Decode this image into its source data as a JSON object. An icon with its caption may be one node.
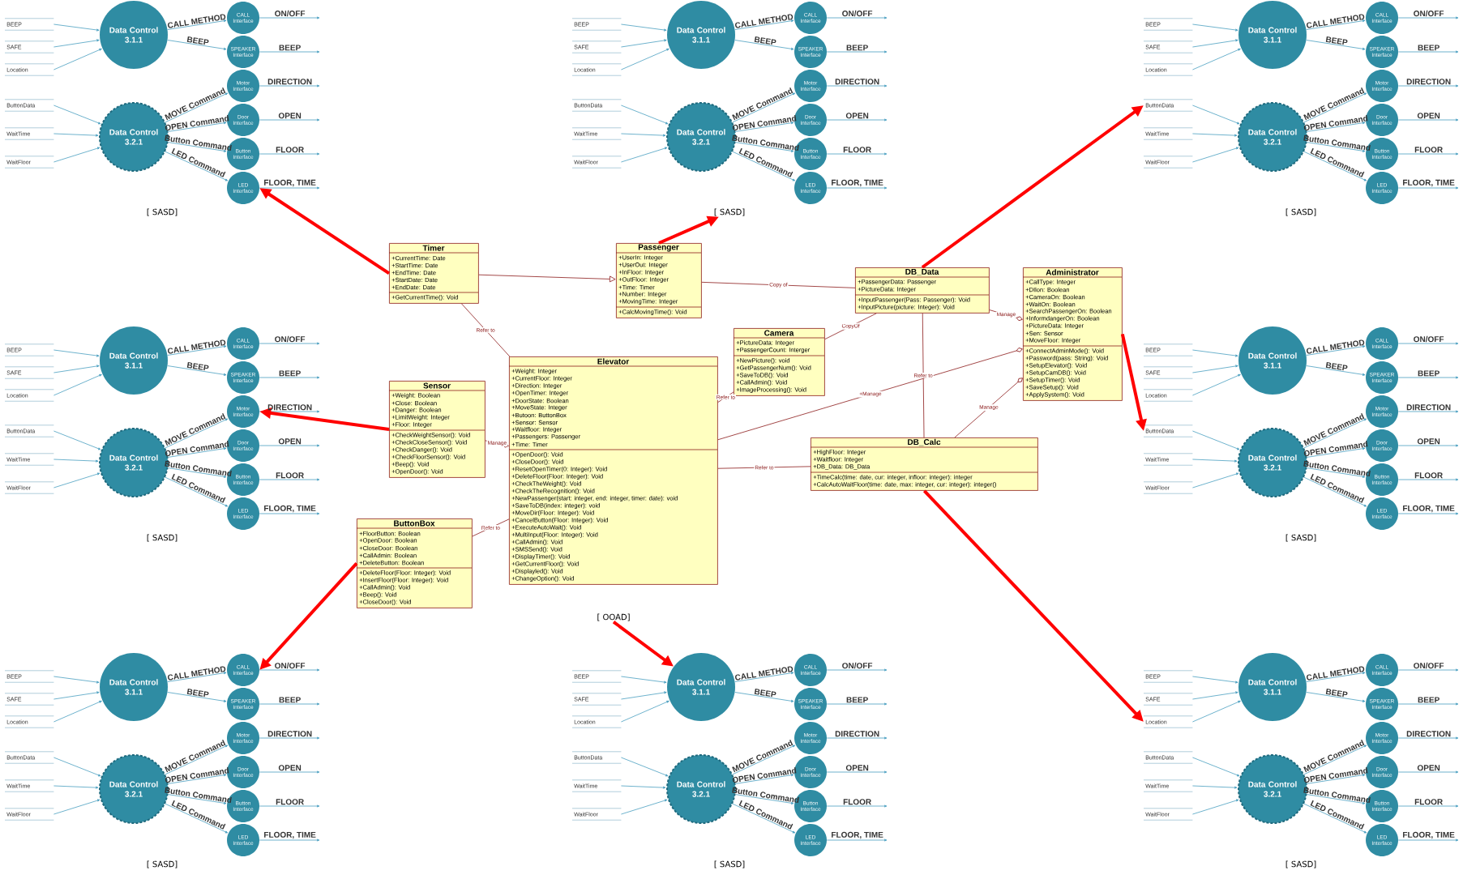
{
  "diagram": {
    "nodes": [
      {
        "text": [
          "[ SASD]"
        ]
      },
      {
        "text": [
          "BEEP"
        ]
      },
      {
        "text": [
          "SAFE"
        ]
      },
      {
        "text": [
          "Location"
        ]
      },
      {
        "text": [
          "ButtonData"
        ]
      },
      {
        "text": [
          "WaitTime"
        ]
      },
      {
        "text": [
          "WaitFloor"
        ]
      },
      {
        "text": [
          "Data Control 3.1.1"
        ]
      },
      {
        "text": [
          "Data Control 3.2.1"
        ]
      },
      {
        "text": [
          "CALL Interface"
        ]
      },
      {
        "text": [
          "SPEAKER Interface"
        ]
      },
      {
        "text": [
          "Motor Interface"
        ]
      },
      {
        "text": [
          "Door Interface"
        ]
      },
      {
        "text": [
          "Button Interface"
        ]
      },
      {
        "text": [
          "LED Interface"
        ]
      },
      {
        "text": [
          "[ SASD]"
        ]
      },
      {
        "text": [
          "BEEP"
        ]
      },
      {
        "text": [
          "SAFE"
        ]
      },
      {
        "text": [
          "Location"
        ]
      },
      {
        "text": [
          "ButtonData"
        ]
      },
      {
        "text": [
          "WaitTime"
        ]
      },
      {
        "text": [
          "WaitFloor"
        ]
      },
      {
        "text": [
          "Data Control 3.1.1"
        ]
      },
      {
        "text": [
          "Data Control 3.2.1"
        ]
      },
      {
        "text": [
          "CALL Interface"
        ]
      },
      {
        "text": [
          "SPEAKER Interface"
        ]
      },
      {
        "text": [
          "Motor Interface"
        ]
      },
      {
        "text": [
          "Door Interface"
        ]
      },
      {
        "text": [
          "Button Interface"
        ]
      },
      {
        "text": [
          "LED Interface"
        ]
      },
      {
        "text": [
          "[ SASD]"
        ]
      },
      {
        "text": [
          "BEEP"
        ]
      },
      {
        "text": [
          "SAFE"
        ]
      },
      {
        "text": [
          "Location"
        ]
      },
      {
        "text": [
          "ButtonData"
        ]
      },
      {
        "text": [
          "WaitTime"
        ]
      },
      {
        "text": [
          "WaitFloor"
        ]
      },
      {
        "text": [
          "Data Control 3.1.1"
        ]
      },
      {
        "text": [
          "Data Control 3.2.1"
        ]
      },
      {
        "text": [
          "CALL Interface"
        ]
      },
      {
        "text": [
          "SPEAKER Interface"
        ]
      },
      {
        "text": [
          "Motor Interface"
        ]
      },
      {
        "text": [
          "Door Interface"
        ]
      },
      {
        "text": [
          "Button Interface"
        ]
      },
      {
        "text": [
          "LED Interface"
        ]
      },
      {
        "text": [
          "Timer",
          "+CurrentTime: Date",
          "+StartTime: Date",
          "+EndTime: Date",
          "+StartDate: Date",
          "+EndDate: Date",
          "+GetCurrentTime(): Void"
        ]
      },
      {
        "text": [
          "Passenger",
          "+UserIn: Integer",
          "+UserOut: Integer",
          "+InFloor: Integer",
          "+OutFloor: Integer",
          "+Time: Timer",
          "+Number: Integer",
          "+MovingTime: Integer",
          "+CalcMovingTime(): Void"
        ]
      },
      {
        "text": [
          "Camera",
          "+PictureData: Integer",
          "+PassengerCount: Interger",
          "+NewPicture(): void",
          "+GetPassengerNum(): Void",
          "+SaveToDB(): Void",
          "+CallAdmin(): Void",
          "+ImageProcessing(): Void"
        ]
      },
      {
        "text": [
          "DB_Data",
          "+PassengerData: Passenger",
          "+PictureData: Integer",
          "+InputPassenger(Pass: Passenger): Void",
          "+InputPicture(picture: Integer): Void"
        ]
      },
      {
        "text": [
          "Administrator",
          "+CallType: Integer",
          "+DIlon: Boolean",
          "+CameraOn: Boolean",
          "+WaitOn: Boolean",
          "+SearchPassengerOn: Boolean",
          "+InformdangerOn: Boolean",
          "+PictureData: Integer",
          "+Sen: Sensor",
          "+MoveFloor: Integer",
          "+ConnectAdminMode(): Void",
          "+Password(pass: String): Void",
          "+SetupElevator(): Void",
          "+SetupCamDB(): Void",
          "+SetupTimer(): Void",
          "+SaveSetup(): Void",
          "+ApplySystem(): Void"
        ]
      },
      {
        "text": [
          "Sensor",
          "+Weight: Boolean",
          "+Close: Boolean",
          "+Danger: Boolean",
          "+LimitWeight: Integer",
          "+Floor: Integer",
          "+CheckWeightSensor(): Void",
          "+CheckCloseSensor(): Void",
          "+CheckDanger(): Void",
          "+CheckFloorSensor(): Void",
          "+Beep(): Void",
          "+OpenDoor(): Void"
        ]
      },
      {
        "text": [
          "Elevator",
          "+Weight: Integer",
          "+CurrentFloor: Integer",
          "+Direction: Integer",
          "+OpenTimer: Integer",
          "+DoorState: Boolean",
          "+MoveState: Integer",
          "+Butoon: ButtonBox",
          "+Sensor: Sensor",
          "+Waitfloor: Integer",
          "+Passengers: Passenger",
          "+Time: Timer",
          "+OpenDoor(): Void",
          "+CloseDoor(): Void",
          "+ResetOpenTimer(0: Integer): Void",
          "+DeleteFloor(Floor: Integer): Void",
          "+CheckTheWeight(): Void",
          "+CheckTheRecognition(): Void",
          "+NewPassenger(start: integer, end: integer, timer: date): void",
          "+SaveToDB(index: integer): void",
          "+MoveDir(Floor: Integer): Void",
          "+CancelButton(Floor: Integer): Void",
          "+ExecuteAutoWait(): Void",
          "+MultiInput(Floor: Integer): Void",
          "+CallAdmin(): Void",
          "+SMSSend(): Void",
          "+DisplayTimer(): Void",
          "+GetCurrentFloor(): Void",
          "+Displayled(): Void",
          "+ChangeOption(): Void"
        ]
      },
      {
        "text": [
          "DB_Calc",
          "+HighFloor: Integer",
          "+Waitfloor: Integer",
          "+DB_Data: DB_Data",
          "+TimeCalc(time: date, cur: integer, infloor: integer): integer",
          "+CalcAutoWaitFloor(time: date, max: integer, cur: integer): integer()"
        ]
      },
      {
        "text": [
          "ButtonBox",
          "+FloorButton: Boolean",
          "+OpenDoor: Boolean",
          "+CloseDoor: Boolean",
          "+CallAdmin: Boolean",
          "+DeleteButton: Boolean",
          "+DeleteFloor(Floor: Integer): Void",
          "+InsertFloor(Floor: Integer): Void",
          "+CallAdmin(): Void",
          "+Beep(): Void",
          "+CloseDoor(): Void"
        ]
      },
      {
        "text": [
          "[ SASD]"
        ]
      },
      {
        "text": [
          "BEEP"
        ]
      },
      {
        "text": [
          "SAFE"
        ]
      },
      {
        "text": [
          "Location"
        ]
      },
      {
        "text": [
          "ButtonData"
        ]
      },
      {
        "text": [
          "WaitTime"
        ]
      },
      {
        "text": [
          "WaitFloor"
        ]
      },
      {
        "text": [
          "Data Control 3.1.1"
        ]
      },
      {
        "text": [
          "Data Control 3.2.1"
        ]
      },
      {
        "text": [
          "CALL Interface"
        ]
      },
      {
        "text": [
          "SPEAKER Interface"
        ]
      },
      {
        "text": [
          "Motor Interface"
        ]
      },
      {
        "text": [
          "Door Interface"
        ]
      },
      {
        "text": [
          "Button Interface"
        ]
      },
      {
        "text": [
          "LED Interface"
        ]
      },
      {
        "text": [
          "[ SASD]"
        ]
      },
      {
        "text": [
          "BEEP"
        ]
      },
      {
        "text": [
          "SAFE"
        ]
      },
      {
        "text": [
          "Location"
        ]
      },
      {
        "text": [
          "ButtonData"
        ]
      },
      {
        "text": [
          "WaitTime"
        ]
      },
      {
        "text": [
          "WaitFloor"
        ]
      },
      {
        "text": [
          "Data Control 3.1.1"
        ]
      },
      {
        "text": [
          "Data Control 3.2.1"
        ]
      },
      {
        "text": [
          "CALL Interface"
        ]
      },
      {
        "text": [
          "SPEAKER Interface"
        ]
      },
      {
        "text": [
          "Motor Interface"
        ]
      },
      {
        "text": [
          "Door Interface"
        ]
      },
      {
        "text": [
          "Button Interface"
        ]
      },
      {
        "text": [
          "LED Interface"
        ]
      },
      {
        "text": [
          "[ OOAD]"
        ]
      },
      {
        "text": [
          "[ SASD]"
        ]
      },
      {
        "text": [
          "BEEP"
        ]
      },
      {
        "text": [
          "SAFE"
        ]
      },
      {
        "text": [
          "Location"
        ]
      },
      {
        "text": [
          "ButtonData"
        ]
      },
      {
        "text": [
          "WaitTime"
        ]
      },
      {
        "text": [
          "WaitFloor"
        ]
      },
      {
        "text": [
          "Data Control 3.1.1"
        ]
      },
      {
        "text": [
          "Data Control 3.2.1"
        ]
      },
      {
        "text": [
          "CALL Interface"
        ]
      },
      {
        "text": [
          "SPEAKER Interface"
        ]
      },
      {
        "text": [
          "Motor Interface"
        ]
      },
      {
        "text": [
          "Door Interface"
        ]
      },
      {
        "text": [
          "Button Interface"
        ]
      },
      {
        "text": [
          "LED Interface"
        ]
      },
      {
        "text": [
          "[ SASD]"
        ]
      },
      {
        "text": [
          "BEEP"
        ]
      },
      {
        "text": [
          "SAFE"
        ]
      },
      {
        "text": [
          "Location"
        ]
      },
      {
        "text": [
          "ButtonData"
        ]
      },
      {
        "text": [
          "WaitTime"
        ]
      },
      {
        "text": [
          "WaitFloor"
        ]
      },
      {
        "text": [
          "Data Control 3.1.1"
        ]
      },
      {
        "text": [
          "Data Control 3.2.1"
        ]
      },
      {
        "text": [
          "CALL Interface"
        ]
      },
      {
        "text": [
          "SPEAKER Interface"
        ]
      },
      {
        "text": [
          "Motor Interface"
        ]
      },
      {
        "text": [
          "Door Interface"
        ]
      },
      {
        "text": [
          "Button Interface"
        ]
      },
      {
        "text": [
          "LED Interface"
        ]
      },
      {
        "text": [
          "[ SASD]"
        ]
      },
      {
        "text": [
          "BEEP"
        ]
      },
      {
        "text": [
          "SAFE"
        ]
      },
      {
        "text": [
          "Location"
        ]
      },
      {
        "text": [
          "ButtonData"
        ]
      },
      {
        "text": [
          "WaitTime"
        ]
      },
      {
        "text": [
          "WaitFloor"
        ]
      },
      {
        "text": [
          "Data Control 3.1.1"
        ]
      },
      {
        "text": [
          "Data Control 3.2.1"
        ]
      },
      {
        "text": [
          "CALL Interface"
        ]
      },
      {
        "text": [
          "SPEAKER Interface"
        ]
      },
      {
        "text": [
          "Motor Interface"
        ]
      },
      {
        "text": [
          "Door Interface"
        ]
      },
      {
        "text": [
          "Button Interface"
        ]
      },
      {
        "text": [
          "LED Interface"
        ]
      }
    ],
    "edges": [
      {
        "from": 1,
        "to": 7,
        "arrow": "to"
      },
      {
        "from": 2,
        "to": 7,
        "arrow": "to"
      },
      {
        "from": 3,
        "to": 7,
        "arrow": "to"
      },
      {
        "from": 4,
        "to": 8,
        "arrow": "to"
      },
      {
        "from": 5,
        "to": 8,
        "arrow": "to"
      },
      {
        "from": 6,
        "to": 8,
        "arrow": "to"
      },
      {
        "from": 7,
        "to": 9,
        "arrow": "to",
        "label": "CALL METHOD"
      },
      {
        "from": 7,
        "to": 10,
        "arrow": "to",
        "label": "BEEP"
      },
      {
        "from": 8,
        "to": 11,
        "arrow": "to",
        "label": "MOVE Command"
      },
      {
        "from": 8,
        "to": 12,
        "arrow": "to",
        "label": "OPEN Command"
      },
      {
        "from": 8,
        "to": 13,
        "arrow": "to",
        "label": "Button Command"
      },
      {
        "from": 8,
        "to": 14,
        "arrow": "to",
        "label": "LED Command"
      },
      {
        "from": 9,
        "to": null,
        "arrow": "to",
        "label": "ON/OFF"
      },
      {
        "from": 10,
        "to": null,
        "arrow": "to",
        "label": "BEEP"
      },
      {
        "from": 11,
        "to": null,
        "arrow": "to",
        "label": "DIRECTION"
      },
      {
        "from": 12,
        "to": null,
        "arrow": "to",
        "label": "OPEN"
      },
      {
        "from": 13,
        "to": null,
        "arrow": "to",
        "label": "FLOOR"
      },
      {
        "from": 14,
        "to": null,
        "arrow": "to",
        "label": "FLOOR, TIME"
      },
      {
        "from": 16,
        "to": 22,
        "arrow": "to"
      },
      {
        "from": 17,
        "to": 22,
        "arrow": "to"
      },
      {
        "from": 18,
        "to": 22,
        "arrow": "to"
      },
      {
        "from": 19,
        "to": 23,
        "arrow": "to"
      },
      {
        "from": 20,
        "to": 23,
        "arrow": "to"
      },
      {
        "from": 21,
        "to": 23,
        "arrow": "to"
      },
      {
        "from": 22,
        "to": 24,
        "arrow": "to",
        "label": "CALL METHOD"
      },
      {
        "from": 22,
        "to": 25,
        "arrow": "to",
        "label": "BEEP"
      },
      {
        "from": 23,
        "to": 26,
        "arrow": "to",
        "label": "MOVE Command"
      },
      {
        "from": 23,
        "to": 27,
        "arrow": "to",
        "label": "OPEN Command"
      },
      {
        "from": 23,
        "to": 28,
        "arrow": "to",
        "label": "Button Command"
      },
      {
        "from": 23,
        "to": 29,
        "arrow": "to",
        "label": "LED Command"
      },
      {
        "from": 24,
        "to": null,
        "arrow": "to",
        "label": "ON/OFF"
      },
      {
        "from": 25,
        "to": null,
        "arrow": "to",
        "label": "BEEP"
      },
      {
        "from": 26,
        "to": null,
        "arrow": "to",
        "label": "DIRECTION"
      },
      {
        "from": 27,
        "to": null,
        "arrow": "to",
        "label": "OPEN"
      },
      {
        "from": 28,
        "to": null,
        "arrow": "to",
        "label": "FLOOR"
      },
      {
        "from": 29,
        "to": null,
        "arrow": "to",
        "label": "FLOOR, TIME"
      },
      {
        "from": 31,
        "to": 37,
        "arrow": "to"
      },
      {
        "from": 32,
        "to": 37,
        "arrow": "to"
      },
      {
        "from": 33,
        "to": 37,
        "arrow": "to"
      },
      {
        "from": 34,
        "to": 38,
        "arrow": "to"
      },
      {
        "from": 35,
        "to": 38,
        "arrow": "to"
      },
      {
        "from": 36,
        "to": 38,
        "arrow": "to"
      },
      {
        "from": 37,
        "to": 39,
        "arrow": "to",
        "label": "CALL METHOD"
      },
      {
        "from": 37,
        "to": 40,
        "arrow": "to",
        "label": "BEEP"
      },
      {
        "from": 38,
        "to": 41,
        "arrow": "to",
        "label": "MOVE Command"
      },
      {
        "from": 38,
        "to": 42,
        "arrow": "to",
        "label": "OPEN Command"
      },
      {
        "from": 38,
        "to": 43,
        "arrow": "to",
        "label": "Button Command"
      },
      {
        "from": 38,
        "to": 44,
        "arrow": "to",
        "label": "LED Command"
      },
      {
        "from": 39,
        "to": null,
        "arrow": "to",
        "label": "ON/OFF"
      },
      {
        "from": 40,
        "to": null,
        "arrow": "to",
        "label": "BEEP"
      },
      {
        "from": 41,
        "to": null,
        "arrow": "to",
        "label": "DIRECTION"
      },
      {
        "from": 42,
        "to": null,
        "arrow": "to",
        "label": "OPEN"
      },
      {
        "from": 43,
        "to": null,
        "arrow": "to",
        "label": "FLOOR"
      },
      {
        "from": 44,
        "to": null,
        "arrow": "to",
        "label": "FLOOR, TIME"
      },
      {
        "from": 55,
        "to": 61,
        "arrow": "to"
      },
      {
        "from": 56,
        "to": 61,
        "arrow": "to"
      },
      {
        "from": 57,
        "to": 61,
        "arrow": "to"
      },
      {
        "from": 58,
        "to": 62,
        "arrow": "to"
      },
      {
        "from": 59,
        "to": 62,
        "arrow": "to"
      },
      {
        "from": 60,
        "to": 62,
        "arrow": "to"
      },
      {
        "from": 61,
        "to": 63,
        "arrow": "to",
        "label": "CALL METHOD"
      },
      {
        "from": 61,
        "to": 64,
        "arrow": "to",
        "label": "BEEP"
      },
      {
        "from": 62,
        "to": 65,
        "arrow": "to",
        "label": "MOVE Command"
      },
      {
        "from": 62,
        "to": 66,
        "arrow": "to",
        "label": "OPEN Command"
      },
      {
        "from": 62,
        "to": 67,
        "arrow": "to",
        "label": "Button Command"
      },
      {
        "from": 62,
        "to": 68,
        "arrow": "to",
        "label": "LED Command"
      },
      {
        "from": 63,
        "to": null,
        "arrow": "to",
        "label": "ON/OFF"
      },
      {
        "from": 64,
        "to": null,
        "arrow": "to",
        "label": "BEEP"
      },
      {
        "from": 65,
        "to": null,
        "arrow": "to",
        "label": "DIRECTION"
      },
      {
        "from": 66,
        "to": null,
        "arrow": "to",
        "label": "OPEN"
      },
      {
        "from": 67,
        "to": null,
        "arrow": "to",
        "label": "FLOOR"
      },
      {
        "from": 68,
        "to": null,
        "arrow": "to",
        "label": "FLOOR, TIME"
      },
      {
        "from": 70,
        "to": 76,
        "arrow": "to"
      },
      {
        "from": 71,
        "to": 76,
        "arrow": "to"
      },
      {
        "from": 72,
        "to": 76,
        "arrow": "to"
      },
      {
        "from": 73,
        "to": 77,
        "arrow": "to"
      },
      {
        "from": 74,
        "to": 77,
        "arrow": "to"
      },
      {
        "from": 75,
        "to": 77,
        "arrow": "to"
      },
      {
        "from": 76,
        "to": 78,
        "arrow": "to",
        "label": "CALL METHOD"
      },
      {
        "from": 76,
        "to": 79,
        "arrow": "to",
        "label": "BEEP"
      },
      {
        "from": 77,
        "to": 80,
        "arrow": "to",
        "label": "MOVE Command"
      },
      {
        "from": 77,
        "to": 81,
        "arrow": "to",
        "label": "OPEN Command"
      },
      {
        "from": 77,
        "to": 82,
        "arrow": "to",
        "label": "Button Command"
      },
      {
        "from": 77,
        "to": 83,
        "arrow": "to",
        "label": "LED Command"
      },
      {
        "from": 78,
        "to": null,
        "arrow": "to",
        "label": "ON/OFF"
      },
      {
        "from": 79,
        "to": null,
        "arrow": "to",
        "label": "BEEP"
      },
      {
        "from": 80,
        "to": null,
        "arrow": "to",
        "label": "DIRECTION"
      },
      {
        "from": 81,
        "to": null,
        "arrow": "to",
        "label": "OPEN"
      },
      {
        "from": 82,
        "to": null,
        "arrow": "to",
        "label": "FLOOR"
      },
      {
        "from": 83,
        "to": null,
        "arrow": "to",
        "label": "FLOOR, TIME"
      },
      {
        "from": 86,
        "to": 92,
        "arrow": "to"
      },
      {
        "from": 87,
        "to": 92,
        "arrow": "to"
      },
      {
        "from": 88,
        "to": 92,
        "arrow": "to"
      },
      {
        "from": 89,
        "to": 93,
        "arrow": "to"
      },
      {
        "from": 90,
        "to": 93,
        "arrow": "to"
      },
      {
        "from": 91,
        "to": 93,
        "arrow": "to"
      },
      {
        "from": 92,
        "to": 94,
        "arrow": "to",
        "label": "CALL METHOD"
      },
      {
        "from": 92,
        "to": 95,
        "arrow": "to",
        "label": "BEEP"
      },
      {
        "from": 93,
        "to": 96,
        "arrow": "to",
        "label": "MOVE Command"
      },
      {
        "from": 93,
        "to": 97,
        "arrow": "to",
        "label": "OPEN Command"
      },
      {
        "from": 93,
        "to": 98,
        "arrow": "to",
        "label": "Button Command"
      },
      {
        "from": 93,
        "to": 99,
        "arrow": "to",
        "label": "LED Command"
      },
      {
        "from": 94,
        "to": null,
        "arrow": "to",
        "label": "ON/OFF"
      },
      {
        "from": 95,
        "to": null,
        "arrow": "to",
        "label": "BEEP"
      },
      {
        "from": 96,
        "to": null,
        "arrow": "to",
        "label": "DIRECTION"
      },
      {
        "from": 97,
        "to": null,
        "arrow": "to",
        "label": "OPEN"
      },
      {
        "from": 98,
        "to": null,
        "arrow": "to",
        "label": "FLOOR"
      },
      {
        "from": 99,
        "to": null,
        "arrow": "to",
        "label": "FLOOR, TIME"
      },
      {
        "from": 101,
        "to": 107,
        "arrow": "to"
      },
      {
        "from": 102,
        "to": 107,
        "arrow": "to"
      },
      {
        "from": 103,
        "to": 107,
        "arrow": "to"
      },
      {
        "from": 104,
        "to": 108,
        "arrow": "to"
      },
      {
        "from": 105,
        "to": 108,
        "arrow": "to"
      },
      {
        "from": 106,
        "to": 108,
        "arrow": "to"
      },
      {
        "from": 107,
        "to": 109,
        "arrow": "to",
        "label": "CALL METHOD"
      },
      {
        "from": 107,
        "to": 110,
        "arrow": "to",
        "label": "BEEP"
      },
      {
        "from": 108,
        "to": 111,
        "arrow": "to",
        "label": "MOVE Command"
      },
      {
        "from": 108,
        "to": 112,
        "arrow": "to",
        "label": "OPEN Command"
      },
      {
        "from": 108,
        "to": 113,
        "arrow": "to",
        "label": "Button Command"
      },
      {
        "from": 108,
        "to": 114,
        "arrow": "to",
        "label": "LED Command"
      },
      {
        "from": 109,
        "to": null,
        "arrow": "to",
        "label": "ON/OFF"
      },
      {
        "from": 110,
        "to": null,
        "arrow": "to",
        "label": "BEEP"
      },
      {
        "from": 111,
        "to": null,
        "arrow": "to",
        "label": "DIRECTION"
      },
      {
        "from": 112,
        "to": null,
        "arrow": "to",
        "label": "OPEN"
      },
      {
        "from": 113,
        "to": null,
        "arrow": "to",
        "label": "FLOOR"
      },
      {
        "from": 114,
        "to": null,
        "arrow": "to",
        "label": "FLOOR, TIME"
      },
      {
        "from": 116,
        "to": 122,
        "arrow": "to"
      },
      {
        "from": 117,
        "to": 122,
        "arrow": "to"
      },
      {
        "from": 118,
        "to": 122,
        "arrow": "to"
      },
      {
        "from": 119,
        "to": 123,
        "arrow": "to"
      },
      {
        "from": 120,
        "to": 123,
        "arrow": "to"
      },
      {
        "from": 121,
        "to": 123,
        "arrow": "to"
      },
      {
        "from": 122,
        "to": 124,
        "arrow": "to",
        "label": "CALL METHOD"
      },
      {
        "from": 122,
        "to": 125,
        "arrow": "to",
        "label": "BEEP"
      },
      {
        "from": 123,
        "to": 126,
        "arrow": "to",
        "label": "MOVE Command"
      },
      {
        "from": 123,
        "to": 127,
        "arrow": "to",
        "label": "OPEN Command"
      },
      {
        "from": 123,
        "to": 128,
        "arrow": "to",
        "label": "Button Command"
      },
      {
        "from": 123,
        "to": 129,
        "arrow": "to",
        "label": "LED Command"
      },
      {
        "from": 124,
        "to": null,
        "arrow": "to",
        "label": "ON/OFF"
      },
      {
        "from": 125,
        "to": null,
        "arrow": "to",
        "label": "BEEP"
      },
      {
        "from": 126,
        "to": null,
        "arrow": "to",
        "label": "DIRECTION"
      },
      {
        "from": 127,
        "to": null,
        "arrow": "to",
        "label": "OPEN"
      },
      {
        "from": 128,
        "to": null,
        "arrow": "to",
        "label": "FLOOR"
      },
      {
        "from": 129,
        "to": null,
        "arrow": "to",
        "label": "FLOOR, TIME"
      },
      {
        "from": 45,
        "to": 46,
        "arrow": "to",
        "color": "#8b1a1a"
      },
      {
        "from": 45,
        "to": 51,
        "arrow": "none",
        "label": "Refer to",
        "color": "#8b1a1a"
      },
      {
        "from": 46,
        "to": 48,
        "arrow": "none",
        "label": "Copy of",
        "color": "#8b1a1a"
      },
      {
        "from": 47,
        "to": 48,
        "arrow": "none",
        "label": "CopyOf",
        "color": "#8b1a1a"
      },
      {
        "from": 47,
        "to": 51,
        "arrow": "none",
        "label": "Refer to",
        "color": "#8b1a1a"
      },
      {
        "from": 48,
        "to": 49,
        "arrow": "other",
        "label": "Manage",
        "color": "#8b1a1a"
      },
      {
        "from": 48,
        "to": 52,
        "arrow": "none",
        "label": "Refer to",
        "color": "#8b1a1a"
      },
      {
        "from": 50,
        "to": 51,
        "arrow": "other",
        "label": "Manage",
        "color": "#8b1a1a"
      },
      {
        "from": 51,
        "to": 49,
        "arrow": "other",
        "label": "+Manage",
        "color": "#8b1a1a"
      },
      {
        "from": 51,
        "to": 52,
        "arrow": "none",
        "label": "Refer to",
        "color": "#8b1a1a"
      },
      {
        "from": 52,
        "to": 49,
        "arrow": "other",
        "label": "Manage",
        "color": "#8b1a1a"
      },
      {
        "from": 53,
        "to": 51,
        "arrow": "none",
        "label": "Refer to",
        "color": "#8b1a1a"
      },
      {
        "from": 45,
        "to": 14,
        "arrow": "to",
        "style": "thick",
        "color": "#ff0000"
      },
      {
        "from": 46,
        "to": 15,
        "arrow": "to",
        "style": "thick",
        "color": "#ff0000"
      },
      {
        "from": 48,
        "to": 34,
        "arrow": "to",
        "style": "thick",
        "color": "#ff0000"
      },
      {
        "from": 50,
        "to": 65,
        "arrow": "to",
        "style": "thick",
        "color": "#ff0000"
      },
      {
        "from": 49,
        "to": 73,
        "arrow": "to",
        "style": "thick",
        "color": "#ff0000"
      },
      {
        "from": 84,
        "to": 107,
        "arrow": "to",
        "style": "thick",
        "color": "#ff0000"
      },
      {
        "from": 53,
        "to": 94,
        "arrow": "to",
        "style": "thick",
        "color": "#ff0000"
      },
      {
        "from": 52,
        "to": 118,
        "arrow": "to",
        "style": "thick",
        "color": "#ff0000"
      }
    ]
  }
}
